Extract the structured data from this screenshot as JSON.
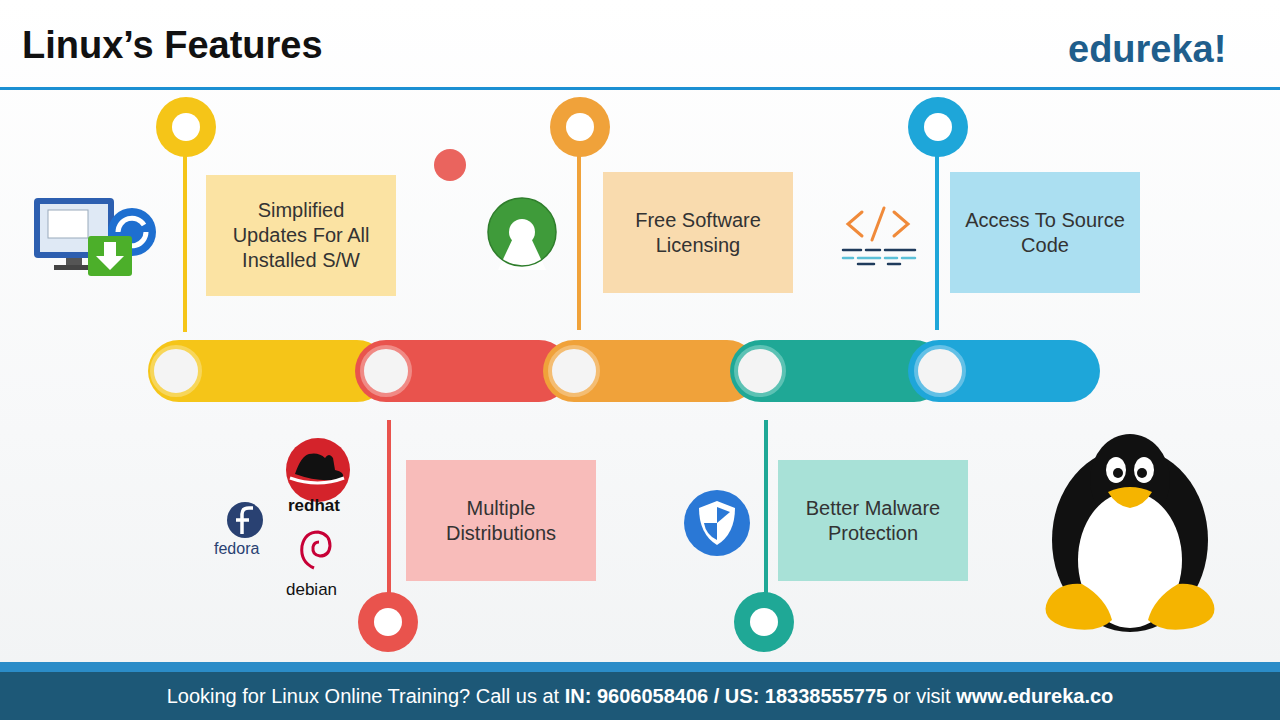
{
  "diagram": {
    "title": "Linux’s Features",
    "nodes": [
      {
        "text": [
          "Simplified Updates For All Installed S/W"
        ]
      },
      {
        "text": [
          "Multiple Distributions"
        ]
      },
      {
        "text": [
          "Free Software Licensing"
        ]
      },
      {
        "text": [
          "Better Malware Protection"
        ]
      },
      {
        "text": [
          "Access To Source Code"
        ]
      }
    ],
    "labels": [
      "edureka!",
      "redhat",
      "fedora",
      "debian",
      "Looking for Linux Online Training? Call us at",
      "IN: 9606058406 / US: 18338555775",
      "or visit",
      "www.edureka.co"
    ]
  }
}
